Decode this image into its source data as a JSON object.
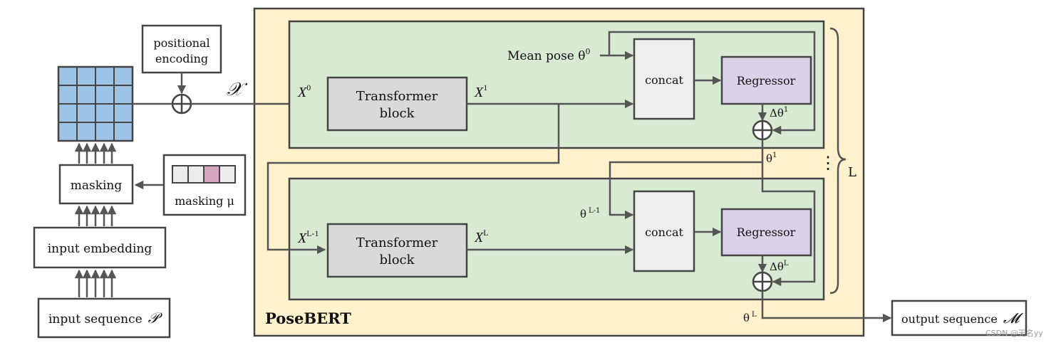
{
  "labels": {
    "positional_encoding_line1": "positional",
    "positional_encoding_line2": "encoding",
    "x_symbol": "𝒳",
    "masking": "masking",
    "masking_mu": "masking μ",
    "input_embedding": "input embedding",
    "input_sequence": "input sequence",
    "input_sequence_symbol": "𝒫",
    "posebert": "PoseBERT",
    "mean_pose": "Mean pose θ",
    "mean_pose_sup": "0",
    "x0": "X",
    "x0_sup": "0",
    "x1": "X",
    "x1_sup": "1",
    "xL1": "X",
    "xL1_sup": "L-1",
    "xL": "X",
    "xL_sup": "L",
    "transformer_line1": "Transformer",
    "transformer_line2": "block",
    "concat": "concat",
    "regressor": "Regressor",
    "delta_theta": "Δθ",
    "delta_theta1_sup": "1",
    "delta_thetaL_sup": "L",
    "theta": "θ",
    "theta1_sup": "1",
    "thetaL1_sup": "L-1",
    "thetaL_sup": "L",
    "L": "L",
    "vdots": "⋮",
    "output_sequence": "output sequence",
    "output_sequence_symbol": "𝓜",
    "watermark": "CSDN @无名yy"
  },
  "colors": {
    "grid_cell": "#9dc3e6",
    "outer_block": "#fff2cc",
    "inner_block": "#d9ead3",
    "transformer_fill": "#d9d9d9",
    "concat_fill": "#efefef",
    "regressor_fill": "#d9d2e9",
    "mask_highlight": "#d5a6bd",
    "mask_cell": "#ececec"
  }
}
